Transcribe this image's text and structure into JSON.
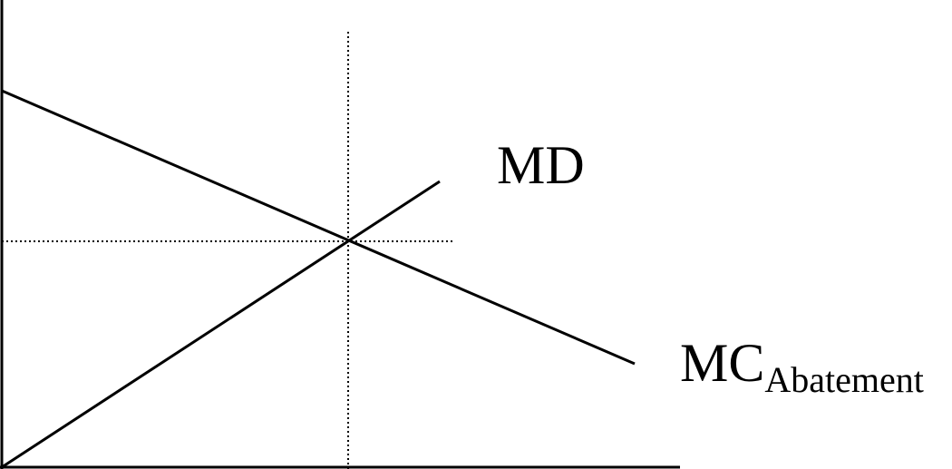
{
  "diagram": {
    "curves": [
      {
        "id": "md",
        "label": "MD",
        "subscript": ""
      },
      {
        "id": "mc",
        "label": "MC",
        "subscript": "Abatement"
      }
    ],
    "colors": {
      "line": "#000000",
      "background": "#ffffff"
    }
  }
}
